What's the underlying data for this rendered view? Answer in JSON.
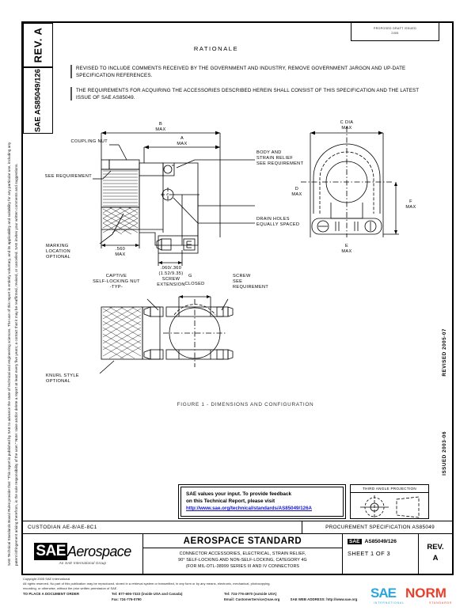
{
  "sidebar": {
    "rev_label": "REV. A",
    "doc_label": "SAE AS85049/126",
    "legal_text": "SAE Technical Standards Board Rules provide that: “This report is published by SAE to advance the state of technical and engineering sciences. The use of this report is entirely voluntary, and its applicability and suitability for any particular use, including any patent infringement arising therefrom, is the sole responsibility of the user.”  Note: raise and/or delete a report at least every five years; a contact that it may be reaffirmed, revised, or cancelled. SAE invites your written comments and suggestions."
  },
  "header": {
    "box_line1": "PROPOSED DRAFT ISSUED",
    "box_line2": "2005"
  },
  "right_margin": {
    "revised": "REVISED 2005-07",
    "issued": "ISSUED 2003-06"
  },
  "rationale": {
    "title": "RATIONALE",
    "paragraph1": "REVISED TO INCLUDE COMMENTS RECEIVED BY THE GOVERNMENT AND INDUSTRY, REMOVE GOVERNMENT JARGON AND UP-DATE SPECIFICATION REFERENCES.",
    "paragraph2": "THE REQUIREMENTS FOR ACQUIRING THE ACCESSORIES DESCRIBED HEREIN SHALL CONSIST OF THIS SPECIFICATION AND THE LATEST ISSUE OF SAE AS85049."
  },
  "figure": {
    "caption": "FIGURE 1 - DIMENSIONS AND CONFIGURATION",
    "labels": {
      "coupling_nut": "COUPLING NUT",
      "see_requirement": "SEE REQUIREMENT",
      "marking_location": "MARKING\nLOCATION\nOPTIONAL",
      "b_max": "B\nMAX",
      "a_max": "A\nMAX",
      "body_strain": "BODY AND\nSTRAIN RELIEF\nSEE REQUIREMENT",
      "drain_holes": "DRAIN HOLES\nEQUALLY SPACED",
      "dim_560": ".560\nMAX",
      "screw_ext": ".060/.360\n(1.52/9.35)\nSCREW\nEXTENSION",
      "c_dia_max": "C DIA\nMAX",
      "f_max": "F\nMAX",
      "d_max": "D\nMAX",
      "e_max": "E\nMAX",
      "captive_nut": "CAPTIVE\nSELF-LOCKING NUT\n-TYP-",
      "closed": "CLOSED",
      "screw_req": "SCREW\nSEE\nREQUIREMENT",
      "knurl": "KNURL STYLE\nOPTIONAL",
      "g_label": "G"
    }
  },
  "feedback": {
    "line1": "SAE values your input. To provide feedback",
    "line2": "on this Technical Report, please visit",
    "link": "http://www.sae.org/technical/standards/AS85049/126A"
  },
  "projection": {
    "title": "THIRD ANGLE PROJECTION"
  },
  "custodian": {
    "left": "CUSTODIAN  AE-8/AE-8C1",
    "right": "PROCUREMENT SPECIFICATION  AS85049"
  },
  "title_block": {
    "logo_main": "SAE",
    "logo_script": "Aerospace",
    "logo_sub": "An SAE International Group",
    "heading": "AEROSPACE STANDARD",
    "desc_line1": "CONNECTOR ACCESSORIES, ELECTRICAL, STRAIN RELIEF,",
    "desc_line2": "90° SELF-LOCKING AND NON-SELF-LOCKING, CATEGORY 4G",
    "desc_line3": "(FOR MIL-DTL-38999 SERIES III AND IV CONNECTORS",
    "number_prefix": "SAE",
    "number": "AS85049/126",
    "sheet": "SHEET 1 OF 3",
    "rev_label": "REV.",
    "rev_value": "A"
  },
  "copyright": {
    "line1": "Copyright 2005 SAE International",
    "line2": "All rights reserved.  No part of this publication may be reproduced, stored in a retrieval system or transmitted, in any form or by any means, electronic, mechanical, photocopying,",
    "line3": "recording, or otherwise, without the prior written permission of SAE.",
    "order_label": "TO PLACE A DOCUMENT ORDER",
    "tel1": "Tel: 877-606-7323 (inside USA and Canada)",
    "fax1": "Fax: 724-776-0790",
    "tel2": "Tel: 724-776-4970 (outside USA)",
    "email": "Email: CustomerService@sae.org",
    "web_label": "SAE WEB ADDRESS:",
    "web": "http://www.sae.org"
  },
  "watermark": {
    "sae": "SAE",
    "norm": "NORM",
    "sub1": "INTERNATIONAL",
    "sub2": "STANDARDS"
  }
}
